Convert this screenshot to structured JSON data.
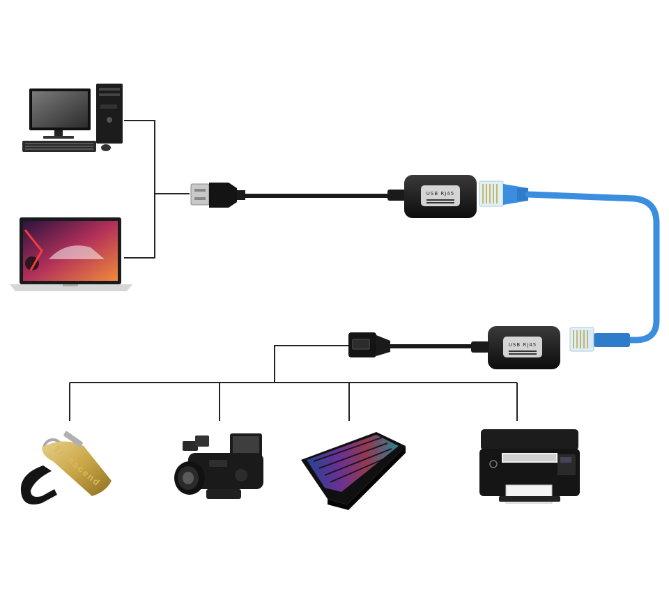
{
  "adapters": {
    "sender_label": "USB RJ45",
    "receiver_label": "USB RJ45"
  },
  "devices": {
    "usb_stick_brand": "Transcend"
  },
  "colors": {
    "ethernet_cable": "#3b8ede",
    "usb_cable": "#1a1a1a",
    "connector_lines": "#222222",
    "usb_stick_gold": "#c9a648"
  },
  "icons": [
    "desktop-computer-icon",
    "laptop-icon",
    "usb-male-plug-icon",
    "usb-rj45-adapter-icon",
    "rj45-connector-icon",
    "usb-female-socket-icon",
    "usb-flash-drive-icon",
    "video-camera-icon",
    "keyboard-icon",
    "printer-icon"
  ]
}
